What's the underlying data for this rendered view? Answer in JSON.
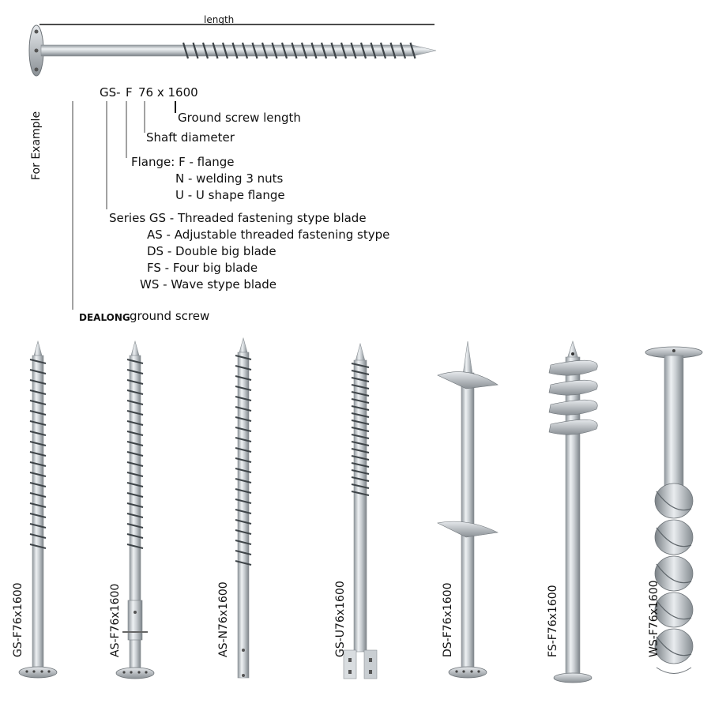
{
  "header": {
    "length_label": "length"
  },
  "example": {
    "side_label": "For Example",
    "code": {
      "series": "GS-",
      "flange": "F",
      "spec": "76 x 1600"
    },
    "length_desc": "Ground screw length",
    "diameter_desc": "Shaft diameter",
    "flange": {
      "title": "Flange: F - flange",
      "n": "N - welding 3 nuts",
      "u": "U - U shape flange"
    },
    "series": {
      "gs": "Series GS - Threaded fastening stype blade",
      "as": "AS - Adjustable threaded fastening stype",
      "ds": "DS - Double big blade",
      "fs": "FS - Four big blade",
      "ws": "WS - Wave stype blade"
    },
    "brand": "DEALONG",
    "brand_suffix": "ground screw"
  },
  "products": [
    {
      "label": "GS-F76x1600",
      "type": "thread-flange"
    },
    {
      "label": "AS-F76x1600",
      "type": "adjustable-flange"
    },
    {
      "label": "AS-N76x1600",
      "type": "thread-nuts"
    },
    {
      "label": "GS-U76x1600",
      "type": "thread-u"
    },
    {
      "label": "DS-F76x1600",
      "type": "double-blade"
    },
    {
      "label": "FS-F76x1600",
      "type": "four-blade"
    },
    {
      "label": "WS-F76x1600",
      "type": "wave-blade"
    }
  ]
}
